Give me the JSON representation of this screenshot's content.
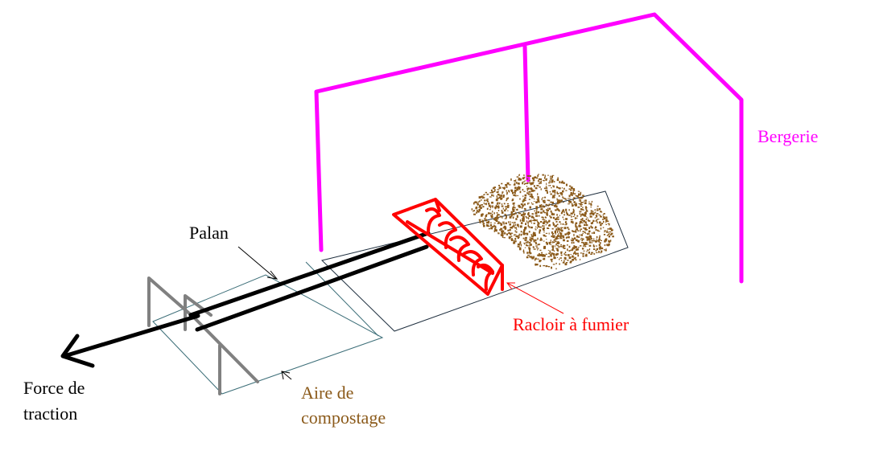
{
  "labels": {
    "bergerie": "Bergerie",
    "palan": "Palan",
    "racloir_line1": "Racloir à fumier",
    "aire_line1": "Aire de",
    "aire_line2": "compostage",
    "force_line1": "Force de",
    "force_line2": "traction"
  },
  "colors": {
    "bergerie": "#ff00ff",
    "racloir": "#ff0000",
    "aire": "#8b5a1a",
    "manure": "#8b5a1a",
    "palan": "#000000",
    "frame": "#808080",
    "thin_lines": "#3c6e78"
  }
}
